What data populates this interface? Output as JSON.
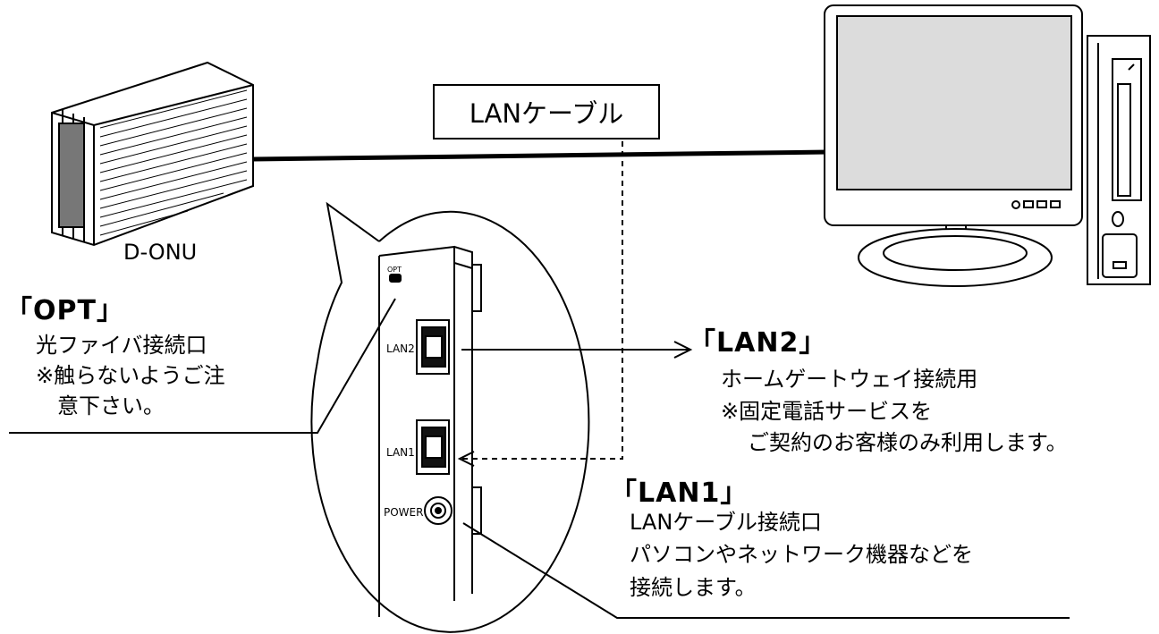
{
  "devices": {
    "onu_label": "D-ONU",
    "cable_label": "LANケーブル"
  },
  "ports": {
    "opt_small": "OPT",
    "lan2_small": "LAN2",
    "lan1_small": "LAN1",
    "power_small": "POWER"
  },
  "opt": {
    "title": "「OPT」",
    "line1": "光ファイバ接続口",
    "line2": "※触らないようご注",
    "line3": "意下さい。"
  },
  "lan2": {
    "title": "「LAN2」",
    "line1": "ホームゲートウェイ接続用",
    "line2": "※固定電話サービスを",
    "line3": "ご契約のお客様のみ利用します。"
  },
  "lan1": {
    "title": "「LAN1」",
    "line1": "LANケーブル接続口",
    "line2": "パソコンやネットワーク機器などを",
    "line3": "接続します。"
  }
}
